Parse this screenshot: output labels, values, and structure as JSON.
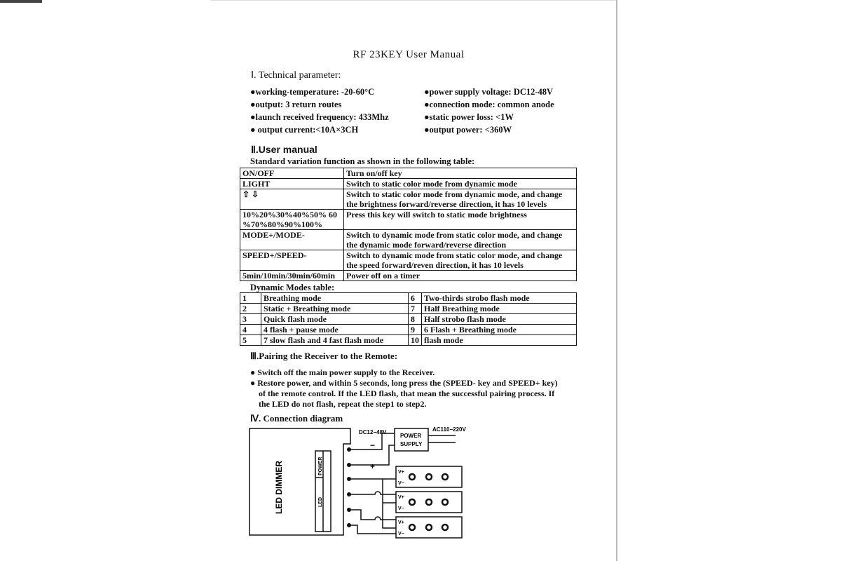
{
  "title": "RF 23KEY User Manual",
  "section1": {
    "heading": "Ⅰ. Technical parameter:",
    "left": [
      "●working-temperature: -20-60°C",
      "●output: 3 return routes",
      "●launch received frequency: 433Mhz",
      "● output current:<10A×3CH"
    ],
    "right": [
      "●power supply voltage: DC12-48V",
      "●connection mode: common anode",
      "●static power loss: <1W",
      "●output power: <360W"
    ]
  },
  "section2": {
    "heading": "Ⅱ.User manual",
    "intro": "Standard variation function as shown in the following table:",
    "rows": [
      {
        "key": "ON/OFF",
        "desc": "Turn on/off key"
      },
      {
        "key": "LIGHT",
        "desc": "Switch to static color mode from dynamic mode"
      },
      {
        "key": "⇧ ⇩",
        "desc": "Switch to static color mode from dynamic mode, and change the brightness forward/reverse direction, it has 10 levels"
      },
      {
        "key": "10%20%30%40%50% 60 %70%80%90%100%",
        "desc": "Press this key will switch to static mode brightness"
      },
      {
        "key": "MODE+/MODE-",
        "desc": "Switch to dynamic mode from static color mode, and change the dynamic mode forward/reverse direction"
      },
      {
        "key": "SPEED+/SPEED-",
        "desc": "Switch to dynamic mode from static color mode, and change the speed forward/reven direction, it has 10 levels"
      },
      {
        "key": "5min/10min/30min/60min",
        "desc": "Power off on a timer"
      }
    ],
    "modes_title": "Dynamic Modes table:",
    "modes": [
      [
        "1",
        "Breathing mode",
        "6",
        "Two-thirds strobo flash mode"
      ],
      [
        "2",
        "Static + Breathing mode",
        "7",
        "Half Breathing mode"
      ],
      [
        "3",
        "Quick flash mode",
        "8",
        "Half strobo flash mode"
      ],
      [
        "4",
        "4 flash + pause mode",
        "9",
        "6 Flash + Breathing mode"
      ],
      [
        "5",
        "7 slow flash and 4 fast flash mode",
        "10",
        "flash mode"
      ]
    ]
  },
  "section3": {
    "heading": "Ⅲ.Pairing the Receiver to the Remote:",
    "bullets": [
      "● Switch off the main power supply to the Receiver.",
      "● Restore power, and within 5 seconds, long press the (SPEED- key and SPEED+ key)",
      "of the remote control. If the LED flash, that mean the successful pairing process. If",
      "the LED do not flash, repeat the step1 to step2."
    ]
  },
  "section4": {
    "heading": "Ⅳ. Connection diagram",
    "diagram": {
      "dc": "DC12−48V",
      "ac": "AC110−220V",
      "ps1": "POWER",
      "ps2": "SUPPLY",
      "minus": "−",
      "plus": "+",
      "dimmer": "LED DIMMER",
      "power": "POWER",
      "led": "LED",
      "vplus": "V+",
      "vminus": "V−"
    }
  }
}
